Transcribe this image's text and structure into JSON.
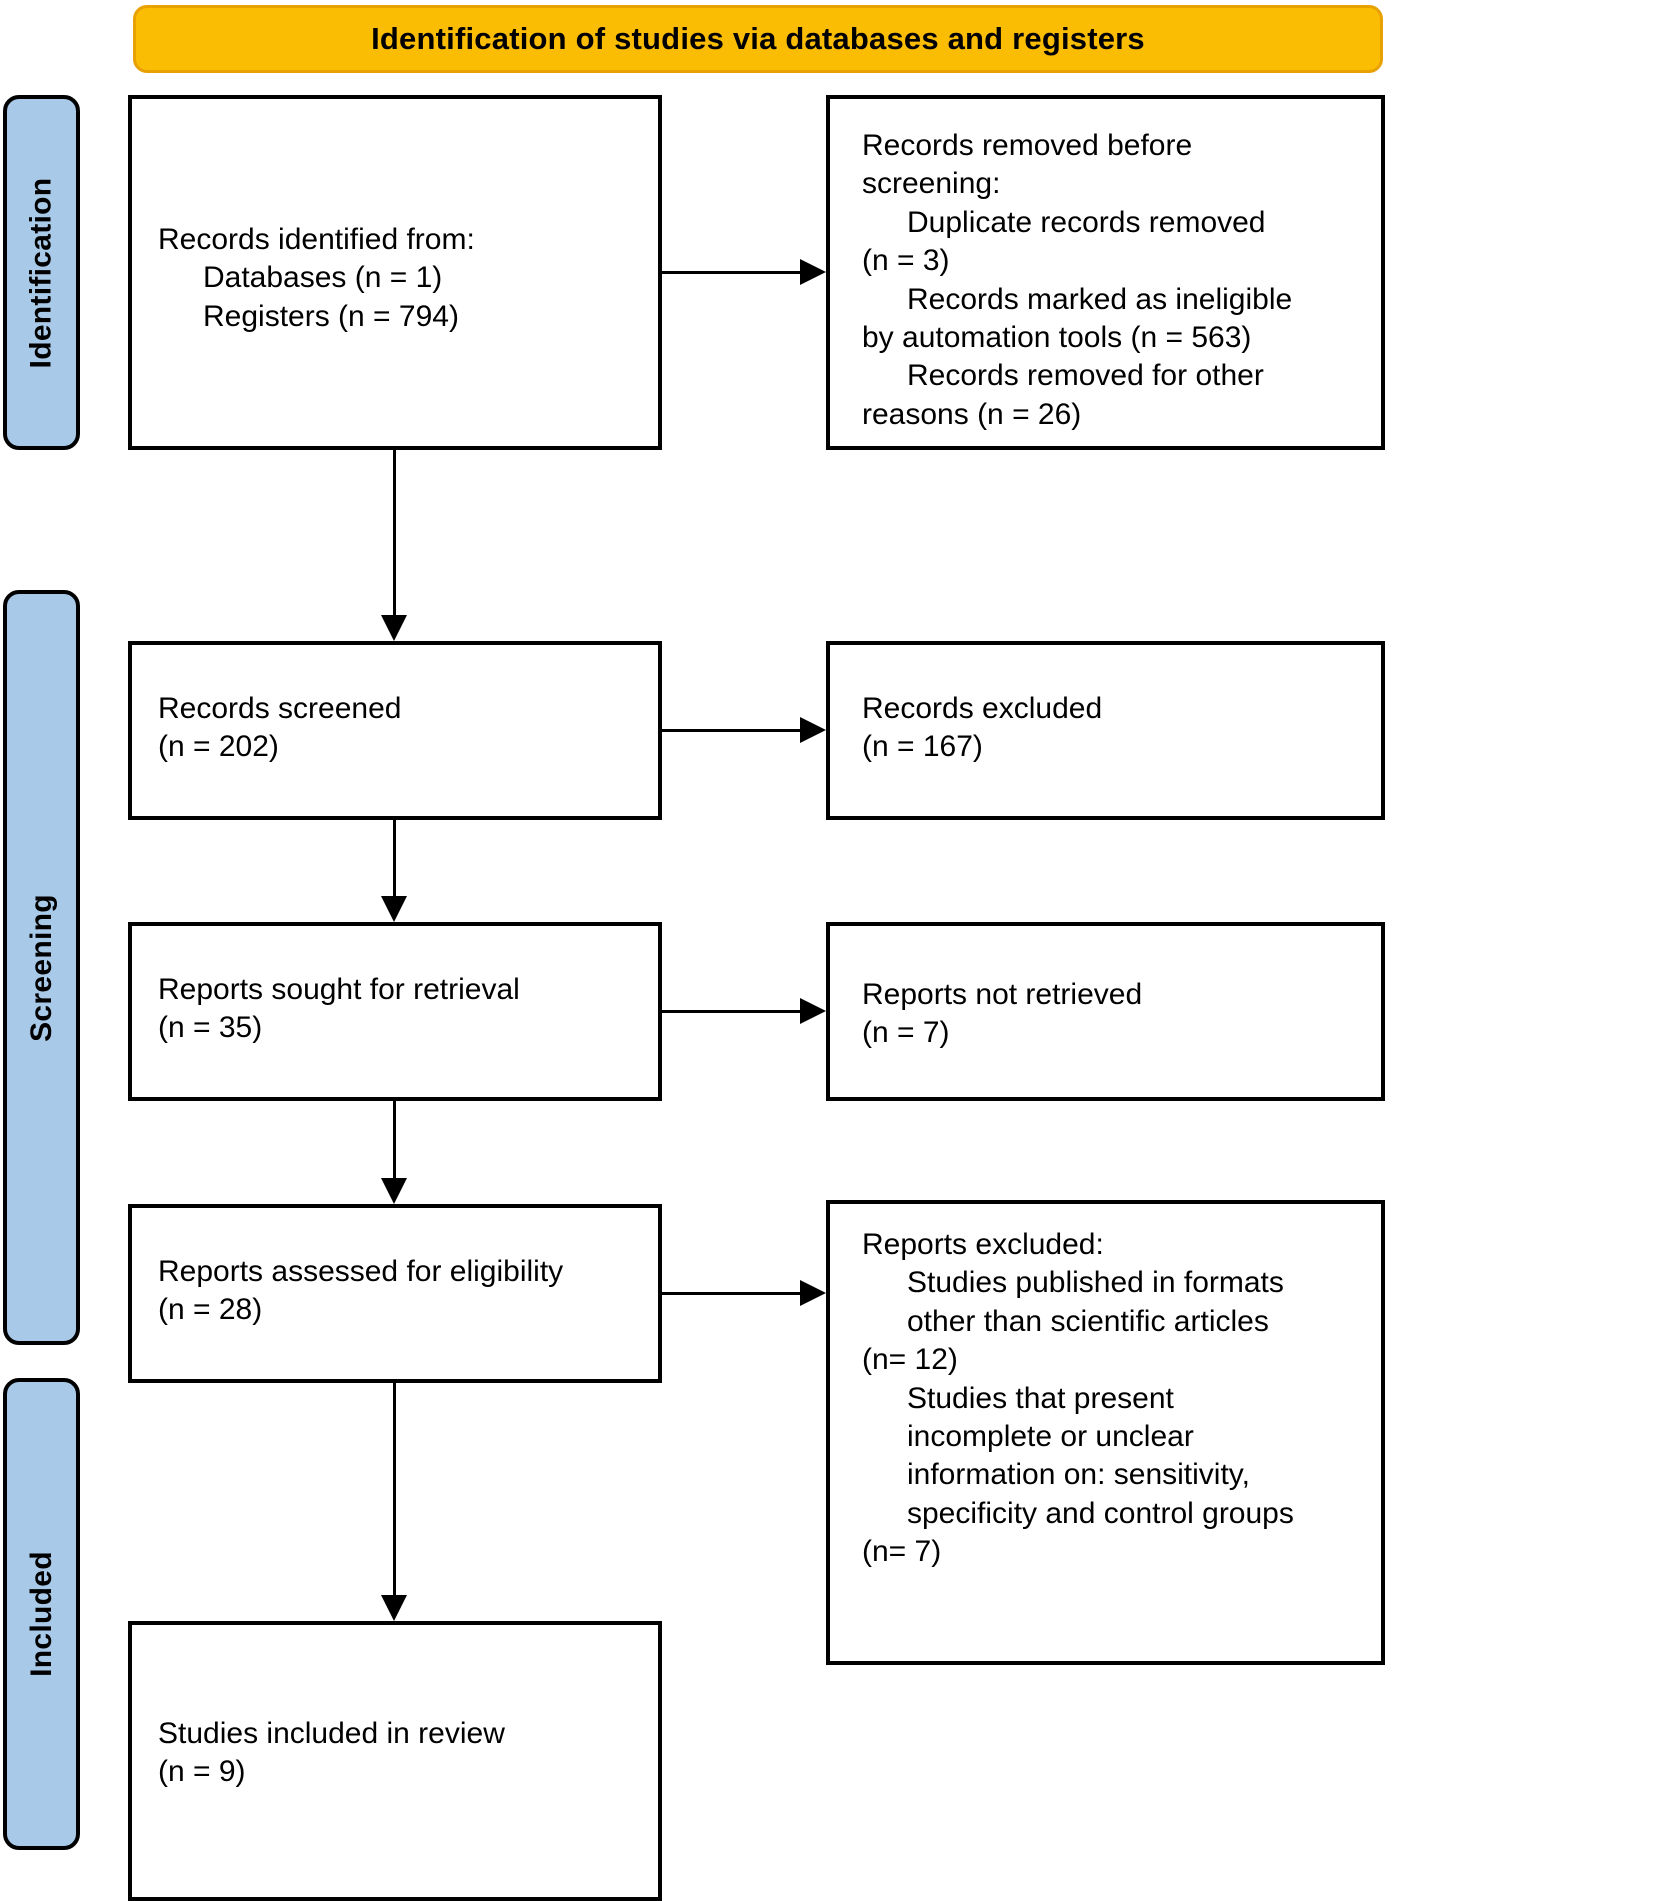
{
  "title": {
    "text": "Identification of studies via databases and registers",
    "background_color": "#FBBC04"
  },
  "phases": {
    "identification": "Identification",
    "screening": "Screening",
    "included": "Included",
    "background_color": "#A8C9E8"
  },
  "boxes": {
    "identified": {
      "line1": "Records identified from:",
      "line2": "Databases (n = 1)",
      "line3": "Registers (n = 794)"
    },
    "removed": {
      "line1": "Records removed before",
      "line2": "screening:",
      "line3": "Duplicate records removed",
      "line4": "(n = 3)",
      "line5": "Records marked as ineligible",
      "line6": "by automation tools (n = 563)",
      "line7": "Records removed for other",
      "line8": "reasons (n = 26)"
    },
    "screened": {
      "line1": "Records screened",
      "line2": "(n = 202)"
    },
    "excluded_records": {
      "line1": "Records excluded",
      "line2": "(n = 167)"
    },
    "sought": {
      "line1": "Reports sought for retrieval",
      "line2": "(n = 35)"
    },
    "not_retrieved": {
      "line1": "Reports not retrieved",
      "line2": "(n = 7)"
    },
    "assessed": {
      "line1": "Reports assessed for eligibility",
      "line2": "(n = 28)"
    },
    "reports_excluded": {
      "line1": "Reports excluded:",
      "line2": "Studies published in formats",
      "line3": "other than scientific articles",
      "line4": "(n= 12)",
      "line5": "Studies that present",
      "line6": "incomplete or unclear",
      "line7": "information on: sensitivity,",
      "line8": "specificity and control groups",
      "line9": "(n= 7)"
    },
    "included": {
      "line1": "Studies included in review",
      "line2": "(n = 9)"
    }
  }
}
